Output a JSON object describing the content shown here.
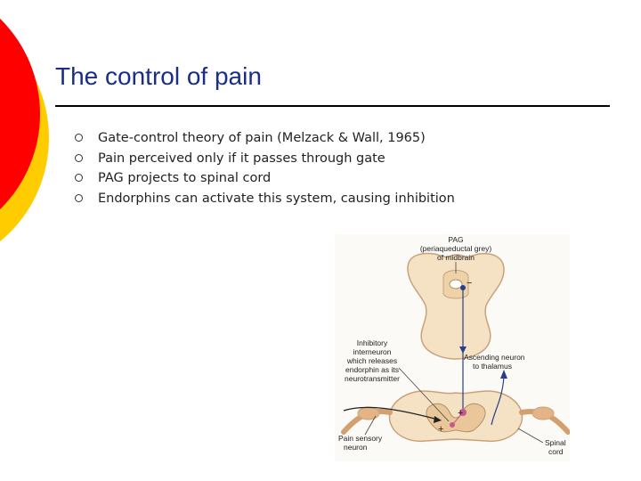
{
  "slide": {
    "title": "The control of pain",
    "bullets": [
      "Gate-control theory of pain (Melzack & Wall, 1965)",
      "Pain perceived only if it passes through gate",
      "PAG projects to spinal cord",
      "Endorphins can activate this system, causing inhibition"
    ]
  },
  "diagram": {
    "pag_label": [
      "PAG",
      "(periaqueductal grey)",
      "of midbrain"
    ],
    "inhibitory_label": [
      "Inhibitory",
      "interneuron",
      "which releases",
      "endorphin as its",
      "neurotransmitter"
    ],
    "ascending_label": [
      "Ascending neuron",
      "to thalamus"
    ],
    "pain_sensory_label": [
      "Pain sensory",
      "neuron"
    ],
    "spinal_label": [
      "Spinal",
      "cord"
    ],
    "plus_sign": "+",
    "minus_sign": "−"
  },
  "colors": {
    "title": "#1a2e86",
    "deco_red": "#ff0000",
    "deco_yellow": "#ffcc00",
    "tissue": "#f5e2c4",
    "tissue_outline": "#c9a27a",
    "neuron_line": "#2a3f8c"
  }
}
